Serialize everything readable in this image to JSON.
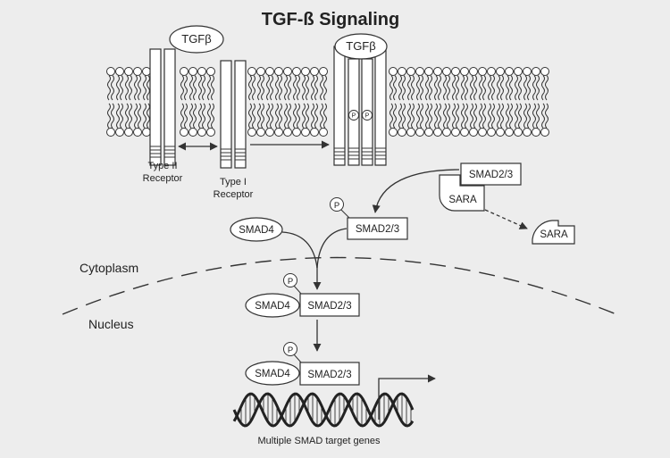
{
  "title": "TGF-ß Signaling",
  "ligands": {
    "free": "TGFβ",
    "bound": "TGFβ"
  },
  "receptors": {
    "type2_line1": "Type II",
    "type2_line2": "Receptor",
    "type1_line1": "Type I",
    "type1_line2": "Receptor"
  },
  "phospho": "P",
  "proteins": {
    "smad23_sara_complex": "SMAD2/3",
    "sara_bound": "SARA",
    "sara_released": "SARA",
    "smad23_phospho": "SMAD2/3",
    "smad4_free": "SMAD4",
    "complex_cyto_smad4": "SMAD4",
    "complex_cyto_smad23": "SMAD2/3",
    "complex_dna_smad4": "SMAD4",
    "complex_dna_smad23": "SMAD2/3"
  },
  "regions": {
    "cytoplasm": "Cytoplasm",
    "nucleus": "Nucleus"
  },
  "genes_caption": "Multiple SMAD target genes",
  "colors": {
    "background": "#ededed",
    "stroke": "#333333",
    "fill": "#ffffff"
  }
}
